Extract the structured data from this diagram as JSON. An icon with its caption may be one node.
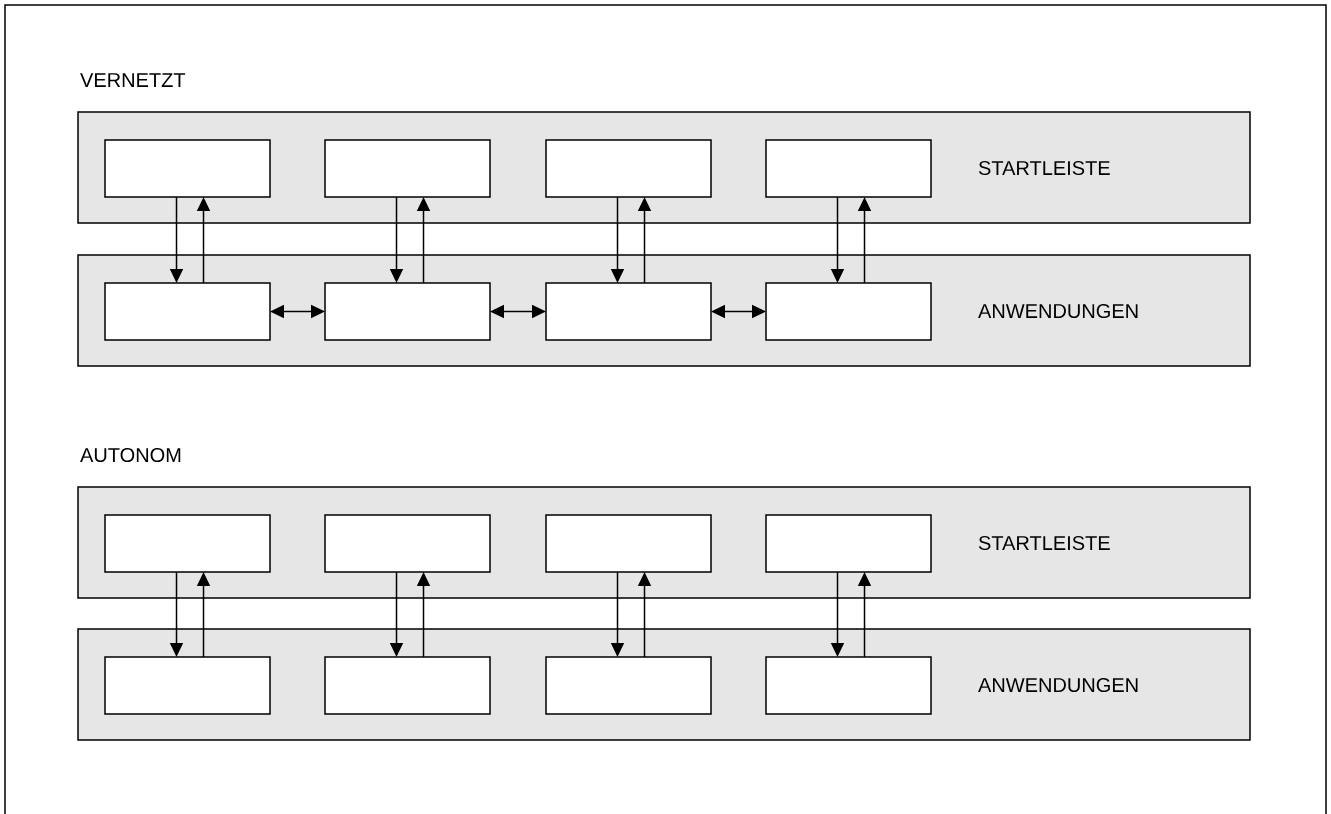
{
  "diagram": {
    "nodes": [
      {
        "text": [
          "STARTLEISTE"
        ]
      },
      {
        "text": [],
        "shape": "box",
        "in": 0
      },
      {
        "text": [],
        "shape": "box",
        "in": 0
      },
      {
        "text": [],
        "shape": "box",
        "in": 0
      },
      {
        "text": [],
        "shape": "box",
        "in": 0
      },
      {
        "text": [
          "ANWENDUNGEN"
        ]
      },
      {
        "text": [],
        "shape": "box",
        "in": 5
      },
      {
        "text": [],
        "shape": "box",
        "in": 5
      },
      {
        "text": [],
        "shape": "box",
        "in": 5
      },
      {
        "text": [],
        "shape": "box",
        "in": 5
      },
      {
        "text": [
          "STARTLEISTE"
        ]
      },
      {
        "text": [],
        "shape": "box",
        "in": 10
      },
      {
        "text": [],
        "shape": "box",
        "in": 10
      },
      {
        "text": [],
        "shape": "box",
        "in": 10
      },
      {
        "text": [],
        "shape": "box",
        "in": 10
      },
      {
        "text": [
          "ANWENDUNGEN"
        ]
      },
      {
        "text": [],
        "shape": "box",
        "in": 15
      },
      {
        "text": [],
        "shape": "box",
        "in": 15
      },
      {
        "text": [],
        "shape": "box",
        "in": 15
      },
      {
        "text": [],
        "shape": "box",
        "in": 15
      }
    ],
    "edges": [
      {
        "from": 1,
        "to": 6,
        "arrow": "to"
      },
      {
        "from": 6,
        "to": 1,
        "arrow": "to"
      },
      {
        "from": 2,
        "to": 7,
        "arrow": "to"
      },
      {
        "from": 7,
        "to": 2,
        "arrow": "to"
      },
      {
        "from": 3,
        "to": 8,
        "arrow": "to"
      },
      {
        "from": 8,
        "to": 3,
        "arrow": "to"
      },
      {
        "from": 4,
        "to": 9,
        "arrow": "to"
      },
      {
        "from": 9,
        "to": 4,
        "arrow": "to"
      },
      {
        "from": 6,
        "to": 7,
        "arrow": "both"
      },
      {
        "from": 7,
        "to": 8,
        "arrow": "both"
      },
      {
        "from": 8,
        "to": 9,
        "arrow": "both"
      },
      {
        "from": 11,
        "to": 16,
        "arrow": "to"
      },
      {
        "from": 16,
        "to": 11,
        "arrow": "to"
      },
      {
        "from": 12,
        "to": 17,
        "arrow": "to"
      },
      {
        "from": 17,
        "to": 12,
        "arrow": "to"
      },
      {
        "from": 13,
        "to": 18,
        "arrow": "to"
      },
      {
        "from": 18,
        "to": 13,
        "arrow": "to"
      },
      {
        "from": 14,
        "to": 19,
        "arrow": "to"
      },
      {
        "from": 19,
        "to": 14,
        "arrow": "to"
      }
    ],
    "labels": [
      "VERNETZT",
      "AUTONOM"
    ]
  }
}
